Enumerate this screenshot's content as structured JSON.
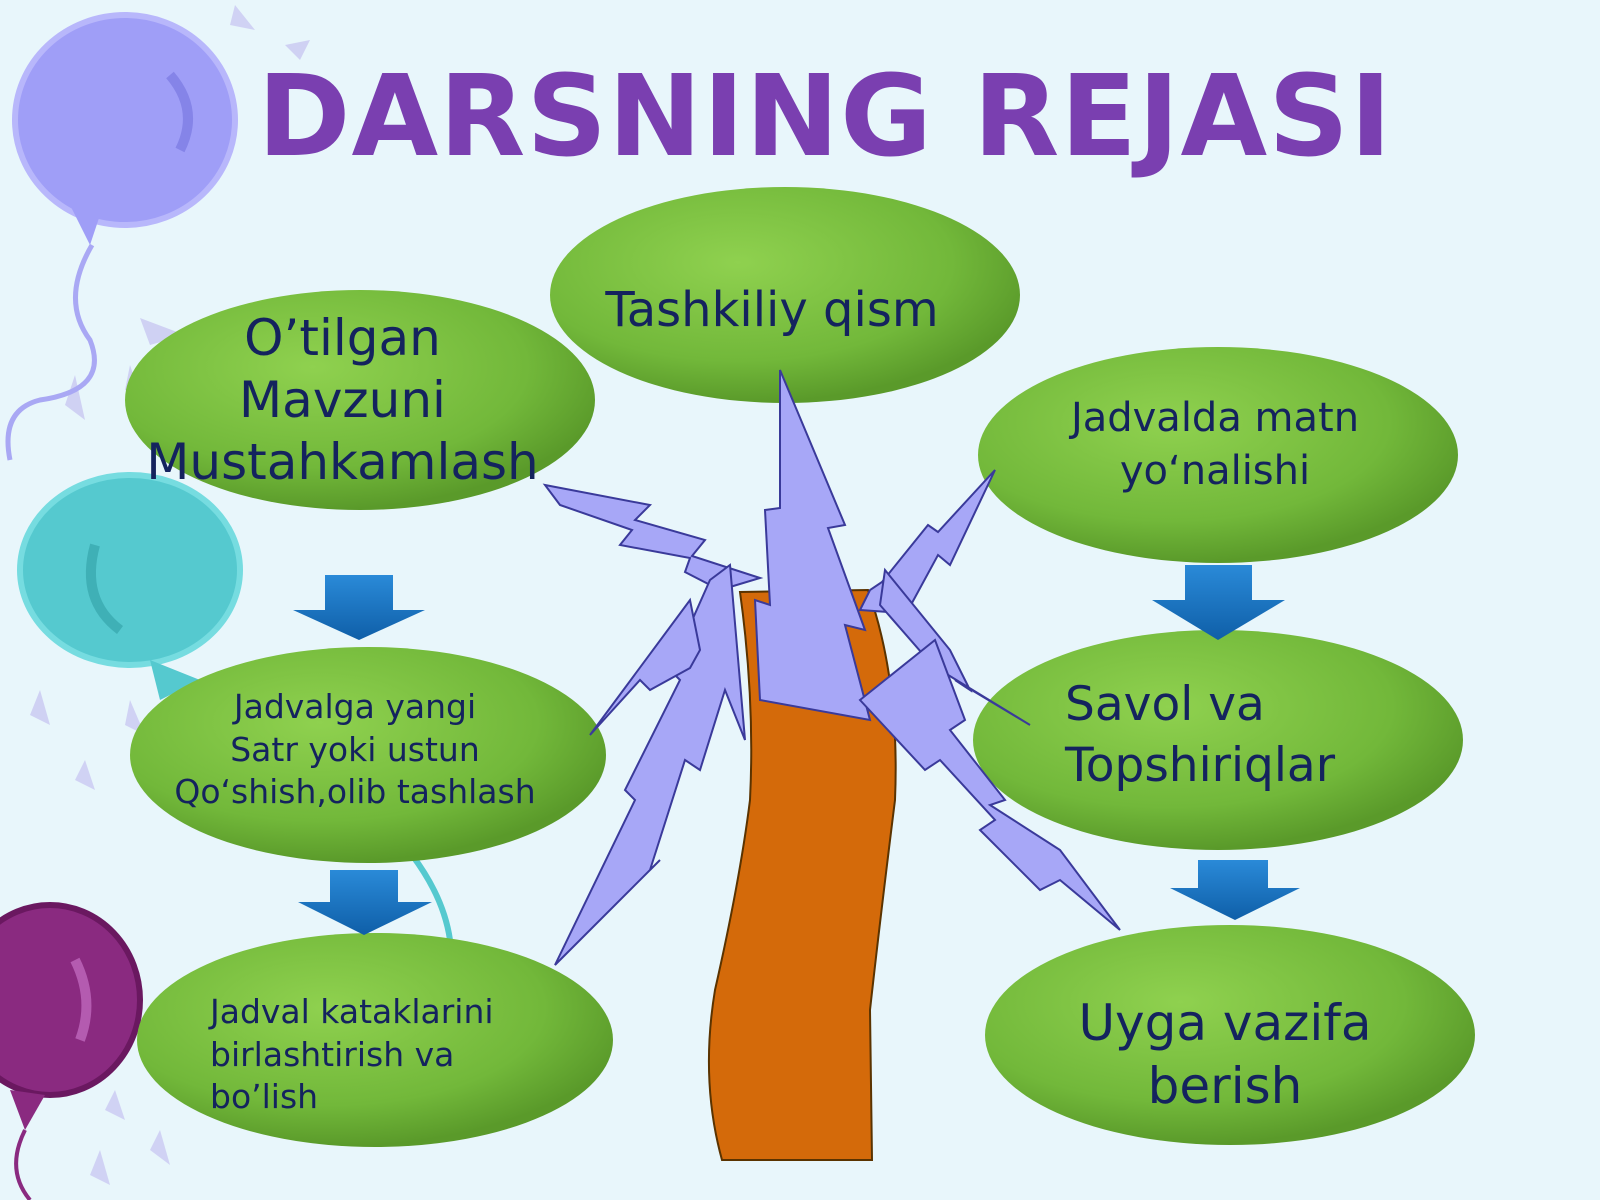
{
  "title": "DARSNING REJASI",
  "nodes": [
    {
      "id": "tashkiliy",
      "label": "Tashkiliy qism"
    },
    {
      "id": "otilgan",
      "label": "O’tilgan\nMavzuni\nMustahkamlash"
    },
    {
      "id": "jadvalda",
      "label": "Jadvalda matn\nyo‘nalishi"
    },
    {
      "id": "jadvalga",
      "label": "Jadvalga yangi\nSatr yoki ustun\nQo‘shish,olib tashlash"
    },
    {
      "id": "savol",
      "label": "Savol va\nTopshiriqlar"
    },
    {
      "id": "jadval-kataklari",
      "label": "Jadval kataklarini\n birlashtirish va\nbo’lish"
    },
    {
      "id": "uyga",
      "label": "Uyga vazifa\nberish"
    }
  ],
  "colors": {
    "background": "#e8f6fb",
    "title": "#7a3fb0",
    "node_fill": "#7cc242",
    "node_text": "#14235e",
    "arrow": "#1a74c4",
    "trunk": "#d46a0a",
    "bolt": "#a7a7f7"
  },
  "icons": [
    "balloon-icon",
    "down-arrow-icon",
    "lightning-bolt-icon",
    "tree-trunk-icon"
  ]
}
